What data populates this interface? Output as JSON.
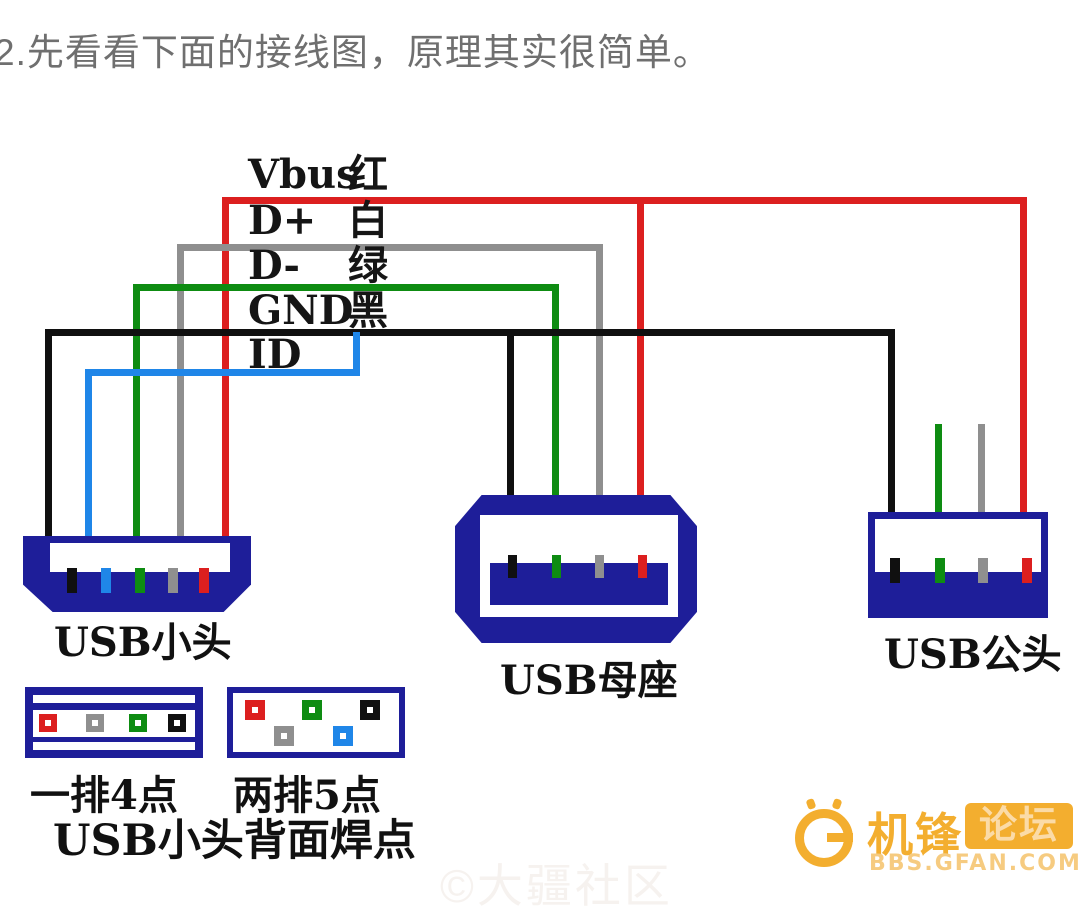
{
  "title": "2.先看看下面的接线图，原理其实很简单。",
  "diagram": {
    "legend": {
      "items": [
        {
          "signal": "Vbus",
          "color_char": "红",
          "wire_color": "#dc1f1f"
        },
        {
          "signal": "D+",
          "color_char": "白",
          "wire_color": "#8f8f8f"
        },
        {
          "signal": "D-",
          "color_char": "绿",
          "wire_color": "#0e8c12"
        },
        {
          "signal": "GND",
          "color_char": "黑",
          "wire_color": "#101010"
        },
        {
          "signal": "ID",
          "color_char": "",
          "wire_color": "#1f86e8"
        }
      ]
    },
    "connectors": [
      {
        "id": "micro-usb",
        "label": "USB小头",
        "pin_colors": [
          "black",
          "blue",
          "green",
          "white",
          "red"
        ]
      },
      {
        "id": "usb-female",
        "label": "USB母座",
        "pin_colors": [
          "black",
          "green",
          "white",
          "red"
        ]
      },
      {
        "id": "usb-male",
        "label": "USB公头",
        "pin_colors": [
          "black",
          "green",
          "white",
          "red"
        ]
      }
    ],
    "solder_pads": {
      "row4_label": "一排4点",
      "row5_label": "两排5点",
      "caption": "USB小头背面焊点",
      "row4_pads": [
        "red",
        "white",
        "green",
        "black"
      ],
      "row5_top_pads": [
        "red",
        "green",
        "black"
      ],
      "row5_bottom_pads": [
        "white",
        "blue"
      ]
    },
    "palette": {
      "connector_navy": "#1e1e99",
      "vbus_red": "#dc1f1f",
      "dplus_white": "#8f8f8f",
      "dminus_green": "#0e8c12",
      "gnd_black": "#101010",
      "id_blue": "#1f86e8"
    }
  },
  "watermarks": {
    "gfan_logo": {
      "name": "机锋",
      "badge": "论坛",
      "site": "BBS.GFAN.COM",
      "gold": "#f3a81e"
    },
    "copyright": "©大疆社区"
  }
}
